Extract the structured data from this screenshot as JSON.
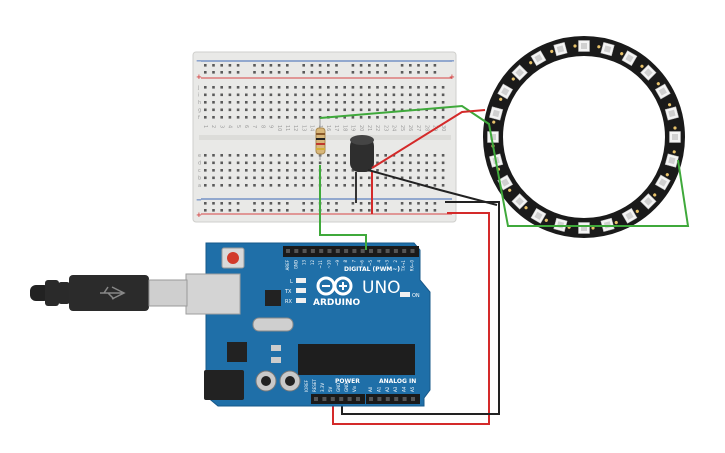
{
  "breadcrumb": "",
  "breadboard": {
    "rail_plus": "+",
    "rail_minus": "−",
    "row_letters_top": [
      "j",
      "i",
      "h",
      "g",
      "f"
    ],
    "row_letters_bottom": [
      "e",
      "d",
      "c",
      "b",
      "a"
    ],
    "column_numbers": [
      "1",
      "2",
      "3",
      "4",
      "5",
      "6",
      "7",
      "8",
      "9",
      "10",
      "11",
      "12",
      "13",
      "14",
      "15",
      "16",
      "17",
      "18",
      "19",
      "20",
      "21",
      "22",
      "23",
      "24",
      "25",
      "26",
      "27",
      "28",
      "29",
      "30"
    ]
  },
  "arduino": {
    "brand": "ARDUINO",
    "model": "UNO",
    "digital_label": "DIGITAL (PWM~)",
    "power_label": "POWER",
    "analog_label": "ANALOG IN",
    "on_label": "ON",
    "led_l": "L",
    "led_tx": "TX",
    "led_rx": "RX",
    "digital_pins": [
      "AREF",
      "GND",
      "13",
      "12",
      "~11",
      "~10",
      "~9",
      "8",
      "7",
      "~6",
      "~5",
      "4",
      "~3",
      "2",
      "TX→1",
      "RX←0"
    ],
    "power_pins": [
      "IOREF",
      "RESET",
      "3.3V",
      "5V",
      "GND",
      "GND",
      "Vin"
    ],
    "analog_pins": [
      "A0",
      "A1",
      "A2",
      "A3",
      "A4",
      "A5"
    ]
  },
  "colors": {
    "board_blue": "#1f6fa8",
    "wire_green": "#3fa93b",
    "wire_red": "#d42a2a",
    "wire_black": "#222222",
    "breadboard": "#e9e9e7"
  },
  "icons": [
    "usb-cable-icon",
    "arduino-infinity-logo-icon",
    "resistor-icon",
    "capacitor-icon",
    "neopixel-ring-icon"
  ]
}
